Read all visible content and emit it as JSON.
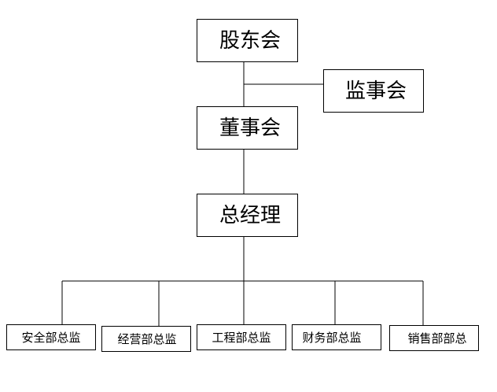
{
  "org_chart": {
    "shareholders": "股东会",
    "supervisors": "监事会",
    "board": "董事会",
    "general_manager": "总经理",
    "departments": [
      "安全部总监",
      "经营部总监",
      "工程部总监",
      "财务部总监",
      "销售部部总"
    ]
  }
}
